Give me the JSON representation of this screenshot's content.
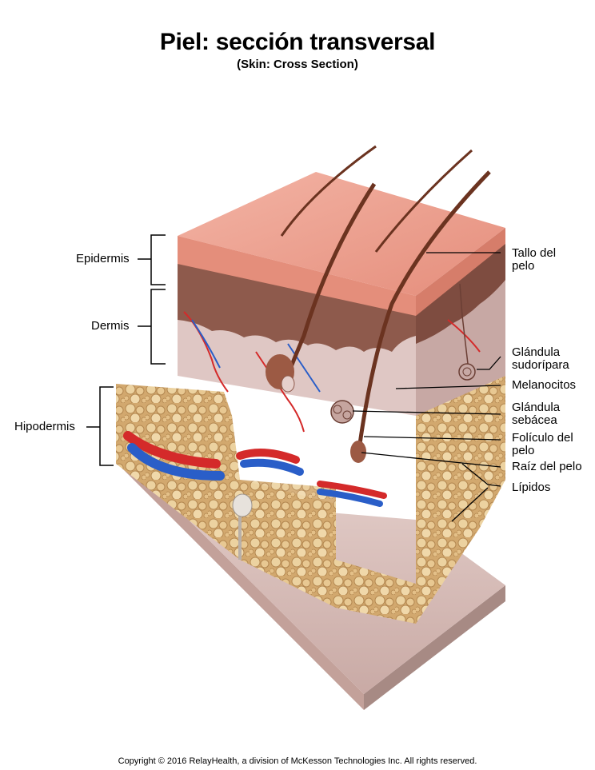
{
  "title": "Piel: sección transversal",
  "subtitle": "(Skin: Cross Section)",
  "labels_left": {
    "epidermis": "Epidermis",
    "dermis": "Dermis",
    "hipodermis": "Hipodermis"
  },
  "labels_right": {
    "tallo_l1": "Tallo del",
    "tallo_l2": "pelo",
    "sudoripara_l1": "Glándula",
    "sudoripara_l2": "sudorípara",
    "melanocitos": "Melanocitos",
    "sebacea_l1": "Glándula",
    "sebacea_l2": "sebácea",
    "foliculo_l1": "Folículo del",
    "foliculo_l2": "pelo",
    "raiz": "Raíz del pelo",
    "lipidos": "Lípidos"
  },
  "copyright": "Copyright © 2016 RelayHealth, a division of McKesson Technologies Inc. All rights reserved.",
  "colors": {
    "epidermis_surface": "#f0a99a",
    "epidermis_front": "#e79684",
    "dermis": "#dcc3c0",
    "dermis_papillae": "#8e5a4c",
    "fat": "#d7b27a",
    "fat_light": "#ecd4a4",
    "artery": "#d42a2a",
    "vein": "#2a5ec8",
    "base": "#e6d2cf",
    "hair": "#6b3320"
  }
}
